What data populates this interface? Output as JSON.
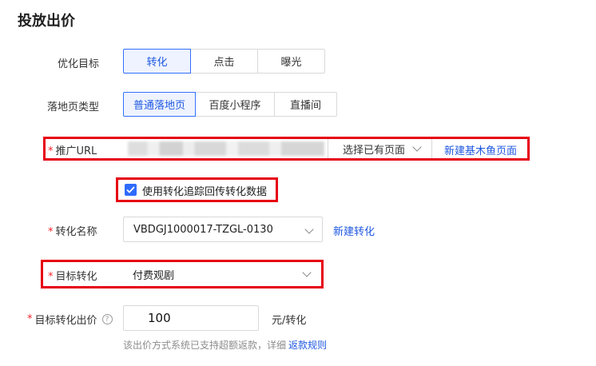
{
  "title": "投放出价",
  "optimize_goal": {
    "label": "优化目标",
    "options": [
      "转化",
      "点击",
      "曝光"
    ],
    "selected": "转化"
  },
  "landing_type": {
    "label": "落地页类型",
    "options": [
      "普通落地页",
      "百度小程序",
      "直播间"
    ],
    "selected": "普通落地页"
  },
  "promo_url": {
    "label": "推广URL",
    "select_label": "选择已有页面",
    "new_link": "新建基木鱼页面"
  },
  "tracking": {
    "label": "使用转化追踪回传转化数据",
    "checked": true
  },
  "conversion_name": {
    "label": "转化名称",
    "value": "VBDGJ1000017-TZGL-0130",
    "new_link": "新建转化"
  },
  "target_conversion": {
    "label": "目标转化",
    "value": "付费观剧"
  },
  "target_bid": {
    "label": "目标转化出价",
    "value": "100",
    "unit": "元/转化",
    "help_icon": "?",
    "note": "该出价方式系统已支持超额返款，详细",
    "note_link": "返款规则"
  },
  "colors": {
    "accent": "#3370ff",
    "highlight_box": "#e60012",
    "required": "#f5222d"
  }
}
